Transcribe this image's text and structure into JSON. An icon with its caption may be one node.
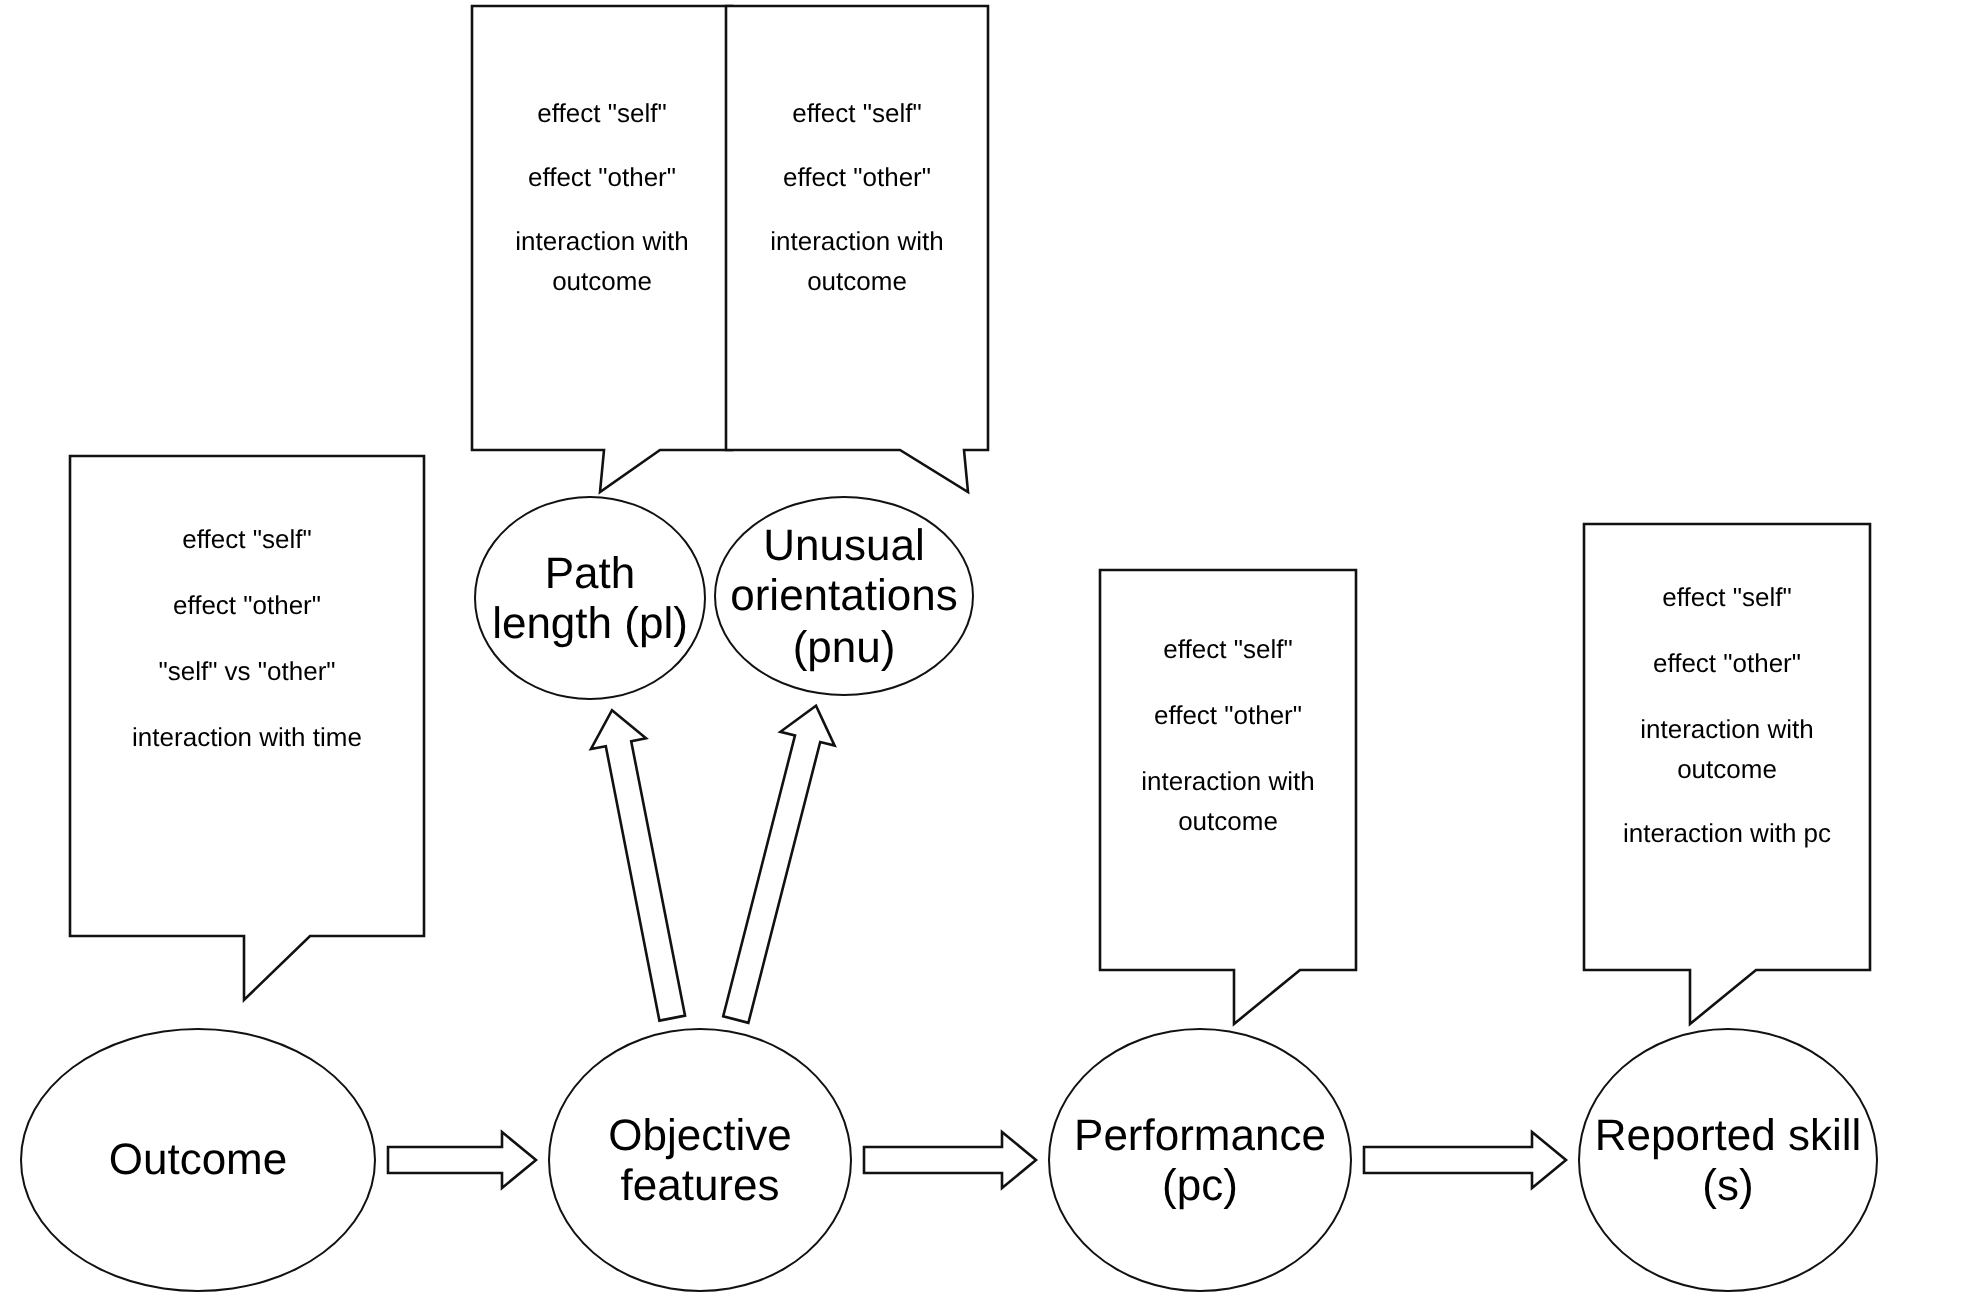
{
  "diagram": {
    "nodes": [
      {
        "text": [
          "effect \"self\"",
          "effect \"other\"",
          "interaction with outcome"
        ]
      },
      {
        "text": [
          "effect \"self\"",
          "effect \"other\"",
          "interaction with outcome"
        ]
      },
      {
        "text": [
          "effect \"self\"",
          "effect \"other\"",
          "\"self\" vs \"other\"",
          "interaction with time"
        ]
      },
      {
        "text": [
          "effect \"self\"",
          "effect \"other\"",
          "interaction with outcome"
        ]
      },
      {
        "text": [
          "effect \"self\"",
          "effect \"other\"",
          "interaction with outcome",
          "interaction with pc"
        ]
      },
      {
        "text": [
          "Path length (pl)"
        ]
      },
      {
        "text": [
          "Unusual orientations (pnu)"
        ]
      },
      {
        "text": [
          "Outcome"
        ]
      },
      {
        "text": [
          "Objective features"
        ]
      },
      {
        "text": [
          "Performance (pc)"
        ]
      },
      {
        "text": [
          "Reported skill (s)"
        ]
      }
    ],
    "edges": [
      {
        "from": 7,
        "to": 8,
        "arrow": "to"
      },
      {
        "from": 8,
        "to": 9,
        "arrow": "to"
      },
      {
        "from": 9,
        "to": 10,
        "arrow": "to"
      },
      {
        "from": 8,
        "to": 5,
        "arrow": "to"
      },
      {
        "from": 8,
        "to": 6,
        "arrow": "to"
      }
    ]
  }
}
